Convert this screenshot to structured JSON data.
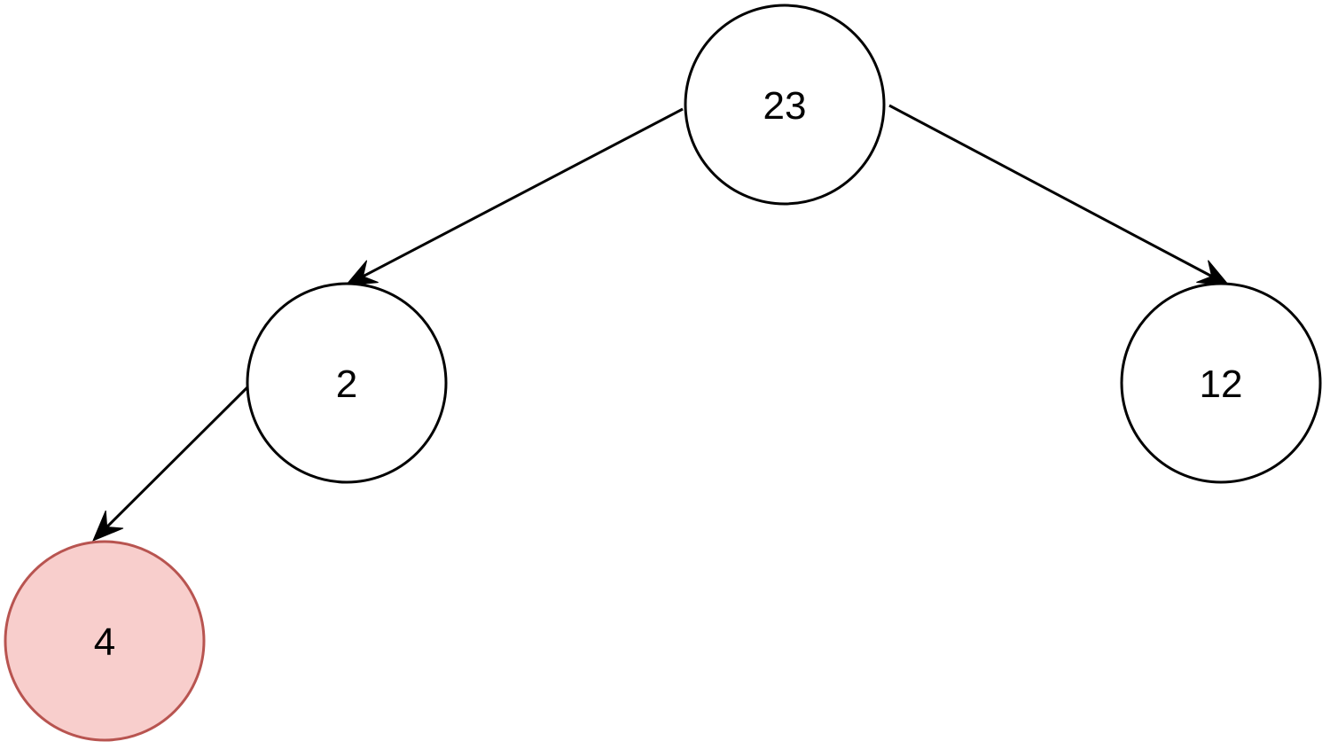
{
  "diagram": {
    "type": "binary-tree",
    "nodes": [
      {
        "id": "n23",
        "label": "23",
        "fill": "#ffffff",
        "stroke": "#000000"
      },
      {
        "id": "n2",
        "label": "2",
        "fill": "#ffffff",
        "stroke": "#000000"
      },
      {
        "id": "n12",
        "label": "12",
        "fill": "#ffffff",
        "stroke": "#000000"
      },
      {
        "id": "n4",
        "label": "4",
        "fill": "#f8cecc",
        "stroke": "#b85450",
        "highlighted": true
      }
    ],
    "edges": [
      {
        "from": "n23",
        "to": "n2"
      },
      {
        "from": "n23",
        "to": "n12"
      },
      {
        "from": "n2",
        "to": "n4"
      }
    ]
  }
}
